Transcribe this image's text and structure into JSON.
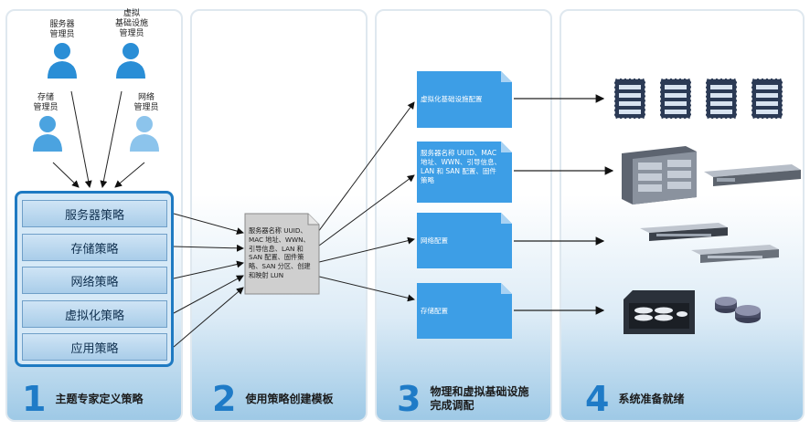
{
  "admins": [
    {
      "label": "服务器\n管理员"
    },
    {
      "label": "虚拟\n基础设施\n管理员"
    },
    {
      "label": "存储\n管理员"
    },
    {
      "label": "网络\n管理员"
    }
  ],
  "policies": [
    "服务器策略",
    "存储策略",
    "网络策略",
    "虚拟化策略",
    "应用策略"
  ],
  "template_text": "服务器名称 UUID、MAC 地址、WWN、引导信息、LAN 和 SAN 配置、固件策略、SAN 分区、创建和映射 LUN",
  "configs": [
    "虚拟化基础设施配置",
    "服务器名称 UUID、MAC 地址、WWN、引导信息、LAN 和 SAN 配置、固件策略",
    "网络配置",
    "存储配置"
  ],
  "steps": [
    {
      "num": "1",
      "label": "主题专家定义策略"
    },
    {
      "num": "2",
      "label": "使用策略创建模板"
    },
    {
      "num": "3",
      "label": "物理和虚拟基础设施\n完成调配"
    },
    {
      "num": "4",
      "label": "系统准备就绪"
    }
  ],
  "colors": {
    "accent": "#1f7bc7",
    "doc_blue": "#3d9ee6",
    "template_gray": "#cfcfcf",
    "person_dark": "#2a8ed6",
    "person_light": "#7fbde8"
  }
}
